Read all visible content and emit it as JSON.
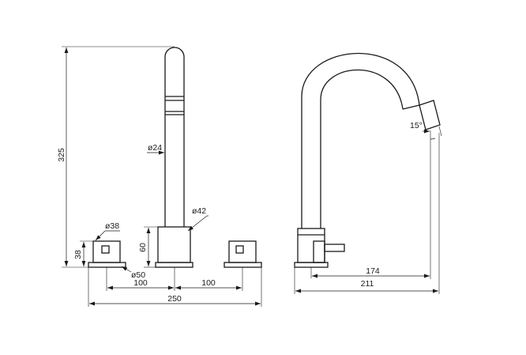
{
  "dimensions": {
    "height_total": "325",
    "height_handle": "38",
    "height_base": "60",
    "dia_spout": "ø24",
    "dia_base": "ø42",
    "dia_handle": "ø38",
    "dia_rosette": "ø50",
    "spacing_left": "100",
    "spacing_right": "100",
    "width_total": "250",
    "reach_inner": "174",
    "reach_outer": "211",
    "angle_outlet": "15°"
  }
}
